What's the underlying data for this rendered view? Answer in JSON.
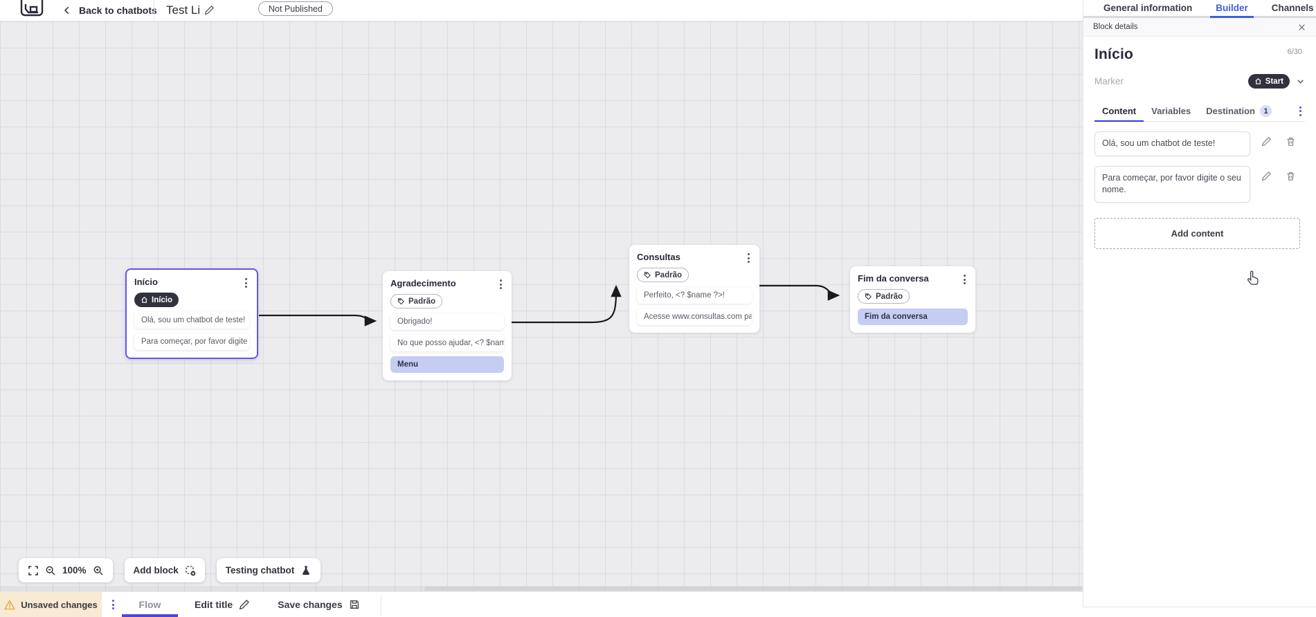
{
  "topbar": {
    "back_label": "Back to chatbots",
    "bot_title": "Test Li",
    "status_badge": "Not Published",
    "tabs": [
      {
        "label": "General information",
        "active": false
      },
      {
        "label": "Builder",
        "active": true
      },
      {
        "label": "Channels",
        "active": false
      }
    ]
  },
  "panel": {
    "header": "Block details",
    "block_name": "Início",
    "char_count": "6/30",
    "marker_label": "Marker",
    "marker_value": "Start",
    "tabs": [
      {
        "label": "Content",
        "active": true
      },
      {
        "label": "Variables",
        "active": false
      },
      {
        "label": "Destination",
        "active": false,
        "badge": "1"
      }
    ],
    "contents": [
      {
        "text": "Olá, sou um chatbot de teste!"
      },
      {
        "text": "Para começar, por favor digite o seu nome."
      }
    ],
    "add_content_label": "Add content"
  },
  "canvas": {
    "nodes": [
      {
        "title": "Início",
        "badge": {
          "label": "Início"
        },
        "cards": [
          {
            "text": "Olá, sou um chatbot de teste!"
          },
          {
            "text": "Para começar, por favor digite o ..."
          }
        ]
      },
      {
        "title": "Agradecimento",
        "badge": {
          "label": "Padrão"
        },
        "cards": [
          {
            "text": "Obrigado!"
          },
          {
            "text": "No que posso ajudar, <? $name ..."
          },
          {
            "text": "Menu"
          }
        ]
      },
      {
        "title": "Consultas",
        "badge": {
          "label": "Padrão"
        },
        "cards": [
          {
            "text": "Perfeito, <? $name ?>!"
          },
          {
            "text": "Acesse www.consultas.com par..."
          }
        ]
      },
      {
        "title": "Fim da conversa",
        "badge": {
          "label": "Padrão"
        },
        "cards": [
          {
            "text": "Fim da conversa"
          }
        ]
      }
    ]
  },
  "toolbar": {
    "zoom_level": "100%",
    "add_block_label": "Add block",
    "testing_label": "Testing chatbot"
  },
  "bottombar": {
    "unsaved_label": "Unsaved changes",
    "flow_tab": "Flow",
    "edit_title_label": "Edit title",
    "save_label": "Save changes"
  },
  "icons": {
    "logo": "app-logo",
    "back": "chevron-left-icon",
    "edit": "pencil-icon",
    "delete": "trash-icon",
    "menu": "kebab-menu-icon",
    "close": "close-icon",
    "home": "home-icon",
    "tag": "tag-icon",
    "expand": "fullscreen-icon",
    "zoom_out": "zoom-out-icon",
    "zoom_in": "zoom-in-icon",
    "add_block": "add-block-icon",
    "flask": "flask-icon",
    "warning": "warning-triangle-icon",
    "save": "save-disk-icon",
    "chevron_down": "chevron-down-icon",
    "cursor": "hand-cursor"
  },
  "colors": {
    "accent_blue": "#3f5fd8",
    "accent_purple": "#5143d9",
    "selected_node_border": "#6458d8",
    "dark_pill": "#32323e",
    "lavender_card": "#c5cdf2",
    "warning_bg": "#f8ead3",
    "warning_icon": "#e8a33d",
    "canvas_bg": "#ececef",
    "wire": "#1a1a1a"
  }
}
